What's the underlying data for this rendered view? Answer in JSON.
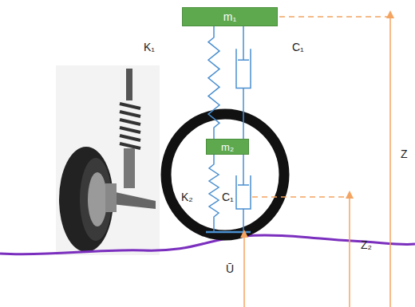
{
  "diagram": {
    "nodes": [
      {
        "text": [
          "m₁"
        ]
      },
      {
        "text": [
          "m₂"
        ]
      }
    ],
    "edges": [
      {
        "from": 0,
        "to": 1,
        "arrow": "none",
        "label": "K₁"
      },
      {
        "from": 0,
        "to": 1,
        "arrow": "none",
        "label": "C₁"
      }
    ],
    "labels": [
      "K₂",
      "C₁",
      "Z",
      "Z₂",
      "Ū"
    ]
  }
}
